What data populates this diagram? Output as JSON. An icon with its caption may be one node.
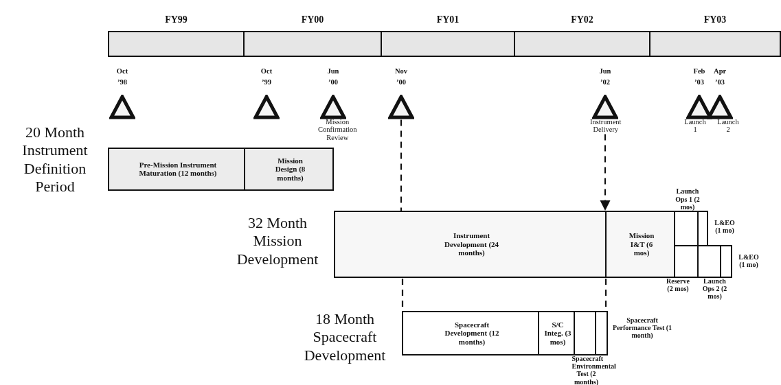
{
  "diagram": {
    "nodes": [
      {
        "text": [
          "FY99"
        ]
      },
      {
        "text": [
          "FY00"
        ]
      },
      {
        "text": [
          "FY01"
        ]
      },
      {
        "text": [
          "FY02"
        ]
      },
      {
        "text": [
          "FY03"
        ]
      },
      {
        "text": [
          "Oct ’98"
        ]
      },
      {
        "text": [
          "Oct ’99"
        ]
      },
      {
        "text": [
          "Jun ’00"
        ],
        "beside": [
          "Mission Confirmation Review"
        ]
      },
      {
        "text": [
          "Nov ’00"
        ]
      },
      {
        "text": [
          "Jun ’02"
        ],
        "beside": [
          "Instrument Delivery"
        ]
      },
      {
        "text": [
          "Feb ’03"
        ],
        "beside": [
          "Launch 1"
        ]
      },
      {
        "text": [
          "Apr ’03"
        ],
        "beside": [
          "Launch 2"
        ]
      },
      {
        "text": [
          "Pre-Mission Instrument Maturation (12 months)"
        ]
      },
      {
        "text": [
          "Mission Design (8 months)"
        ]
      },
      {
        "text": [
          "Instrument Development (24 months)"
        ]
      },
      {
        "text": [
          "Mission I&T (6 mos)"
        ]
      },
      {
        "text": [
          "Launch Ops 1 (2 mos)"
        ]
      },
      {
        "text": [
          "L&EO (1 mo)"
        ]
      },
      {
        "text": [
          "Reserve (2 mos)"
        ]
      },
      {
        "text": [
          "Launch Ops 2 (2 mos)"
        ]
      },
      {
        "text": [
          "L&EO (1 mo)"
        ]
      },
      {
        "text": [
          "Spacecraft Development (12 months)"
        ]
      },
      {
        "text": [
          "S/C Integ. (3 mos)"
        ]
      },
      {
        "text": [
          "Spacecraft Environmental Test (2 months)"
        ]
      },
      {
        "text": [
          "Spacecraft Performance Test (1 month)"
        ]
      }
    ],
    "edges": [
      {
        "from": 8,
        "to": 14,
        "arrow": "none",
        "style": "dashed"
      },
      {
        "from": 14,
        "to": 21,
        "arrow": "none",
        "style": "dashed"
      },
      {
        "from": 9,
        "to": 15,
        "arrow": "to",
        "style": "dashed"
      },
      {
        "from": 15,
        "to": 24,
        "arrow": "none",
        "style": "dashed"
      }
    ],
    "labels": [
      "20 Month Instrument Definition Period",
      "32 Month Mission Development",
      "18 Month Spacecraft Development"
    ]
  }
}
